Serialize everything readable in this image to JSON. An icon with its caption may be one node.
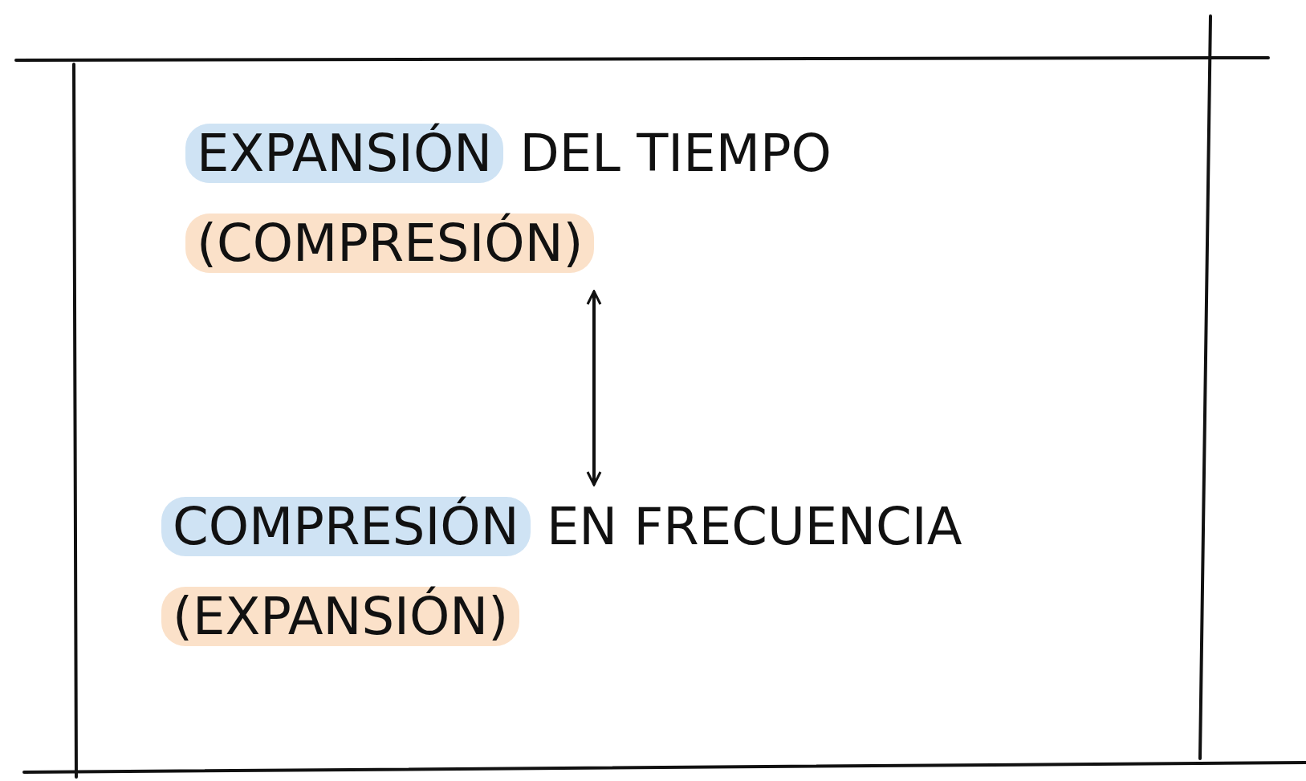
{
  "diagram": {
    "nodes": [
      {
        "text": [],
        "shape": "box"
      },
      {
        "text": [
          "EXPANSIÓN DEL TIEMPO",
          "(COMPRESIÓN)"
        ],
        "in": 0
      },
      {
        "text": [
          "COMPRESIÓN EN FRECUENCIA",
          "(EXPANSIÓN)"
        ],
        "in": 0
      }
    ],
    "edges": [
      {
        "from": 1,
        "to": 2,
        "arrow": "both"
      }
    ]
  }
}
